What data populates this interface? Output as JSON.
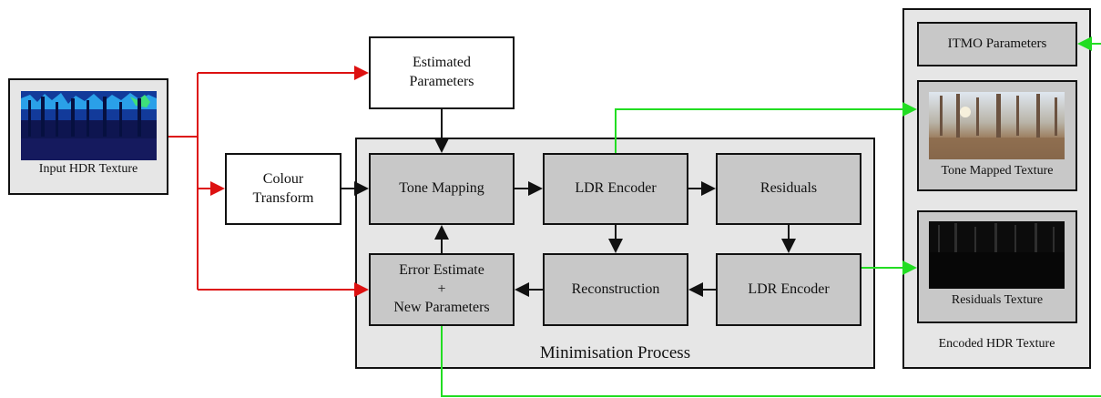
{
  "input": {
    "label": "Input HDR Texture"
  },
  "colour_transform": {
    "label": "Colour\nTransform"
  },
  "estimated_parameters": {
    "label": "Estimated\nParameters"
  },
  "minimisation": {
    "title": "Minimisation Process",
    "tone_mapping": "Tone Mapping",
    "ldr_encoder_top": "LDR Encoder",
    "residuals": "Residuals",
    "error_estimate": "Error Estimate\n+\nNew Parameters",
    "reconstruction": "Reconstruction",
    "ldr_encoder_bottom": "LDR Encoder"
  },
  "output": {
    "title": "Encoded HDR Texture",
    "itmo_parameters": "ITMO Parameters",
    "tone_mapped_texture": "Tone Mapped Texture",
    "residuals_texture": "Residuals Texture"
  },
  "colors": {
    "red": "#dd1111",
    "green": "#22dd22",
    "black": "#111111",
    "box_gray": "#c8c8c8",
    "panel_gray": "#e6e6e6"
  }
}
